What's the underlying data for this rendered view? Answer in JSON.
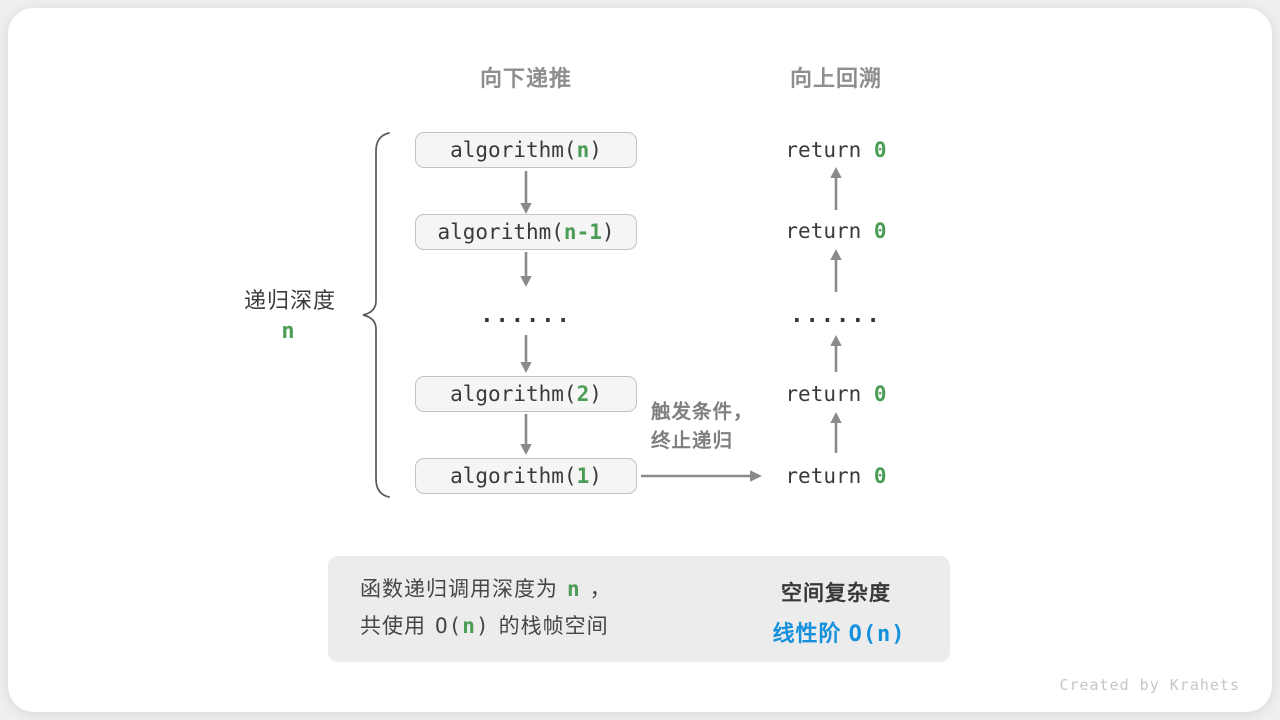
{
  "diagram": {
    "headers": {
      "down": "向下递推",
      "up": "向上回溯"
    },
    "calls": [
      {
        "pre": "algorithm(",
        "arg": "n",
        "post": ")"
      },
      {
        "pre": "algorithm(",
        "arg": "n-1",
        "post": ")"
      },
      {
        "pre": "algorithm(",
        "arg": "2",
        "post": ")"
      },
      {
        "pre": "algorithm(",
        "arg": "1",
        "post": ")"
      }
    ],
    "ellipsis": "......",
    "returns": [
      {
        "kw": "return ",
        "val": "0"
      },
      {
        "kw": "return ",
        "val": "0"
      },
      {
        "kw": "return ",
        "val": "0"
      },
      {
        "kw": "return ",
        "val": "0"
      }
    ],
    "depth": {
      "label": "递归深度",
      "value": "n"
    },
    "trigger": {
      "line1": "触发条件，",
      "line2": "终止递归"
    }
  },
  "summary": {
    "left": {
      "l1p1": "函数递归调用深度为",
      "l1n": "n",
      "l1p2": "，",
      "l2p1": "共使用",
      "l2code_pre": "O(",
      "l2n": "n",
      "l2code_post": ")",
      "l2p2": "的栈帧空间"
    },
    "right": {
      "title": "空间复杂度",
      "result_label": "线性阶 ",
      "result_code": "O(n)"
    }
  },
  "credit": "Created by Krahets",
  "colors": {
    "green": "#4b9d55",
    "blue": "#1590dd",
    "gray_heading": "#8e8e8e",
    "arrow": "#8a8a8a",
    "box_bg": "#f5f5f5",
    "box_border": "#c3c3c3",
    "summary_bg": "#ececec"
  }
}
